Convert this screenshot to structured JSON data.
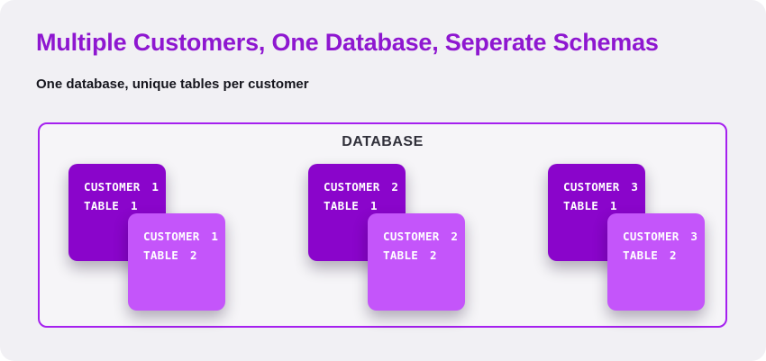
{
  "page": {
    "title": "Multiple Customers, One Database, Seperate Schemas",
    "subtitle": "One database, unique tables per customer"
  },
  "database": {
    "label": "DATABASE",
    "groups": [
      {
        "table1": {
          "line1": "CUSTOMER 1",
          "line2": "TABLE 1"
        },
        "table2": {
          "line1": "CUSTOMER 1",
          "line2": "TABLE 2"
        }
      },
      {
        "table1": {
          "line1": "CUSTOMER 2",
          "line2": "TABLE 1"
        },
        "table2": {
          "line1": "CUSTOMER 2",
          "line2": "TABLE 2"
        }
      },
      {
        "table1": {
          "line1": "CUSTOMER 3",
          "line2": "TABLE 1"
        },
        "table2": {
          "line1": "CUSTOMER 3",
          "line2": "TABLE 2"
        }
      }
    ]
  },
  "colors": {
    "surface": "#f1f0f4",
    "box_bg": "#f6f5f8",
    "border_purple": "#a520ef",
    "title_purple": "#8e17d0",
    "dark_card_purple": "#8a05cb",
    "light_card_purple": "#c455fa",
    "card_text": "#ffffff",
    "subtitle_text": "#15151d",
    "database_label_text": "#30303a"
  }
}
